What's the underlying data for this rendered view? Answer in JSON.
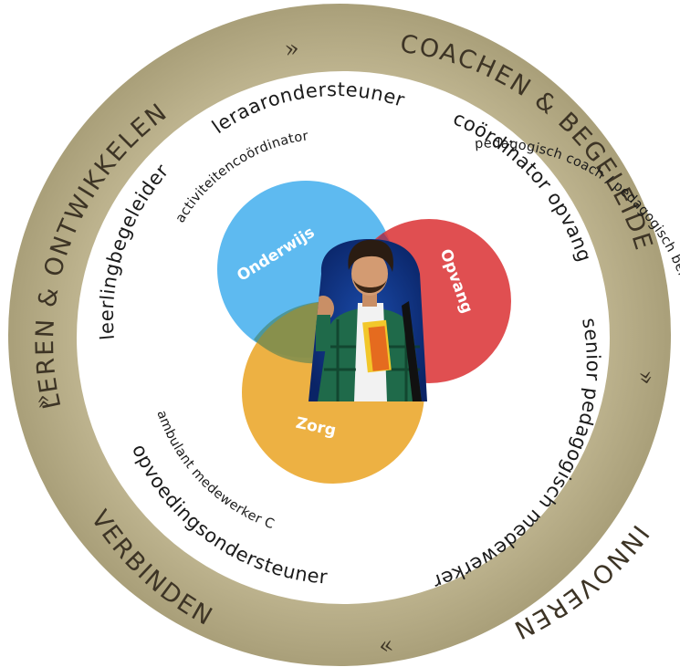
{
  "ring": {
    "top_left": "LEREN & ONTWIKKELEN",
    "top_right": "COACHEN & BEGELEIDEN",
    "bottom_right": "INNOVEREN",
    "bottom_left": "VERBINDEN",
    "chevron_right": "»",
    "chevron_left": "«"
  },
  "roles": {
    "leraarondersteuner": "leraarondersteuner",
    "activiteitencoordinator": "activiteitencoördinator",
    "leerlingbegeleider": "leerlingbegeleider",
    "coordinator_opvang": "coördinator opvang",
    "pedagogisch_coach": "pedagogisch coach / pedagogisch beleidsmedewerker",
    "senior": "senior pedagogisch medewerker",
    "opvoedingsondersteuner": "opvoedingsondersteuner",
    "ambulant": "ambulant medewerker C"
  },
  "circles": {
    "onderwijs": "Onderwijs",
    "opvang": "Opvang",
    "zorg": "Zorg"
  },
  "colors": {
    "ring": "#b5ab86",
    "onderwijs": "#55b6ef",
    "opvang": "#dd3c3e",
    "zorg": "#ecab35",
    "photo_bg": "#0e2f7a"
  }
}
